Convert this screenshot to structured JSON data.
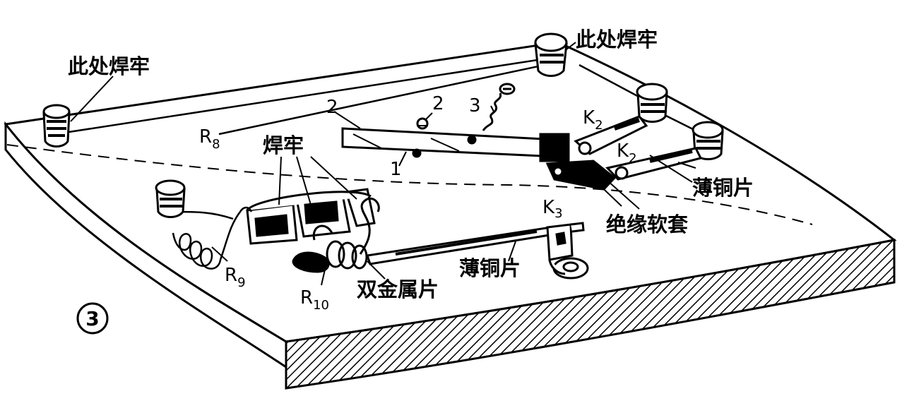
{
  "figure": {
    "number": "3"
  },
  "labels": {
    "solder_here_left": "此处焊牢",
    "solder_here_right": "此处焊牢",
    "solder_firm": "焊牢",
    "insulating_sleeve": "绝缘软套",
    "thin_copper_upper": "薄铜片",
    "thin_copper_lower": "薄铜片",
    "bimetal_strip": "双金属片",
    "r8": "R",
    "r8_sub": "8",
    "r9": "R",
    "r9_sub": "9",
    "r10": "R",
    "r10_sub": "10",
    "k2_upper": "K",
    "k2_upper_sub": "2",
    "k2_lower": "K",
    "k2_lower_sub": "2",
    "k3": "K",
    "k3_sub": "3",
    "num_1": "1",
    "num_2a": "2",
    "num_2b": "2",
    "num_3": "3"
  }
}
